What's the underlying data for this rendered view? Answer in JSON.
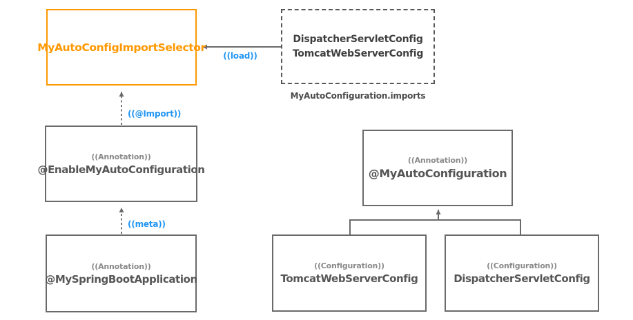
{
  "diagram": {
    "colors": {
      "accent_orange": "#FF9800",
      "edge_label_blue": "#2196F3",
      "line_gray": "#6a6a6a",
      "text_gray": "#565656",
      "stereotype_gray": "#8a8a8a"
    },
    "nodes": {
      "selector": {
        "label": "MyAutoConfigImportSelector"
      },
      "imports": {
        "line1": "DispatcherServletConfig",
        "line2": "TomcatWebServerConfig",
        "caption": "MyAutoConfiguration.imports"
      },
      "enable": {
        "stereotype": "((Annotation))",
        "label": "@EnableMyAutoConfiguration"
      },
      "springboot": {
        "stereotype": "((Annotation))",
        "label": "@MySpringBootApplication"
      },
      "autoconfig": {
        "stereotype": "((Annotation))",
        "label": "@MyAutoConfiguration"
      },
      "tomcat": {
        "stereotype": "((Configuration))",
        "label": "TomcatWebServerConfig"
      },
      "dispatcher": {
        "stereotype": "((Configuration))",
        "label": "DispatcherServletConfig"
      }
    },
    "edges": {
      "load": {
        "label": "((load))"
      },
      "import": {
        "label": "((@Import))"
      },
      "meta": {
        "label": "((meta))"
      }
    }
  }
}
